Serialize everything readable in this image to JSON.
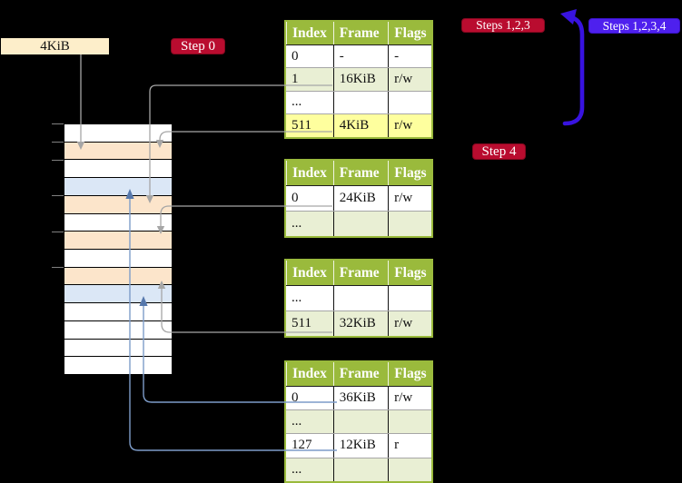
{
  "title": "page-table-walk-diagram",
  "labels": {
    "frame_size": "4KiB"
  },
  "badges": {
    "step0": "Step 0",
    "steps123": "Steps 1,2,3",
    "steps1234": "Steps 1,2,3,4",
    "step4": "Step 4"
  },
  "memory": {
    "rows": [
      "free",
      "pagetable",
      "free",
      "mapped",
      "pagetable",
      "free",
      "pagetable",
      "free",
      "pagetable",
      "mapped",
      "free",
      "free",
      "free",
      "free"
    ],
    "tick_rows": [
      0,
      1,
      2,
      4,
      6,
      8
    ]
  },
  "tables": [
    {
      "header": [
        "Index",
        "Frame",
        "Flags"
      ],
      "rows": [
        {
          "cells": [
            "0",
            "-",
            "-"
          ],
          "highlight": false
        },
        {
          "cells": [
            "1",
            "16KiB",
            "r/w"
          ],
          "highlight": false
        },
        {
          "cells": [
            "...",
            "",
            ""
          ],
          "highlight": false
        },
        {
          "cells": [
            "511",
            "4KiB",
            "r/w"
          ],
          "highlight": true
        }
      ]
    },
    {
      "header": [
        "Index",
        "Frame",
        "Flags"
      ],
      "rows": [
        {
          "cells": [
            "0",
            "24KiB",
            "r/w"
          ],
          "highlight": false
        },
        {
          "cells": [
            "...",
            "",
            ""
          ],
          "highlight": false
        }
      ]
    },
    {
      "header": [
        "Index",
        "Frame",
        "Flags"
      ],
      "rows": [
        {
          "cells": [
            "...",
            "",
            ""
          ],
          "highlight": false
        },
        {
          "cells": [
            "511",
            "32KiB",
            "r/w"
          ],
          "highlight": false
        }
      ]
    },
    {
      "header": [
        "Index",
        "Frame",
        "Flags"
      ],
      "rows": [
        {
          "cells": [
            "0",
            "36KiB",
            "r/w"
          ],
          "highlight": false
        },
        {
          "cells": [
            "...",
            "",
            ""
          ],
          "highlight": false
        },
        {
          "cells": [
            "127",
            "12KiB",
            "r"
          ],
          "highlight": false
        },
        {
          "cells": [
            "...",
            "",
            ""
          ],
          "highlight": false
        }
      ]
    }
  ],
  "arrows": [
    {
      "from": "4KiB-label",
      "to": "frame-4KiB",
      "color": "grey"
    },
    {
      "from": "table-1-entry-1",
      "to": "frame-16KiB",
      "color": "grey"
    },
    {
      "from": "table-1-entry-511",
      "to": "frame-4KiB",
      "color": "grey"
    },
    {
      "from": "table-2-entry-0",
      "to": "frame-24KiB",
      "color": "grey"
    },
    {
      "from": "table-3-entry-511",
      "to": "frame-32KiB",
      "color": "grey"
    },
    {
      "from": "table-4-entry-0",
      "to": "frame-36KiB",
      "color": "blue"
    },
    {
      "from": "table-4-entry-127",
      "to": "frame-12KiB",
      "color": "blue"
    },
    {
      "from": "table-1-entry-511",
      "to": "top-of-diagram",
      "color": "violet"
    }
  ],
  "colors": {
    "background": "#000000",
    "memory": {
      "free": "#ffffff",
      "pagetable": "#fce5cb",
      "mapped": "#dbe7f6"
    },
    "table_accent": "#9aba3c",
    "table_stripe": "#e9efd4",
    "highlight": "#feff9e",
    "badge_red": "#b90c2f",
    "badge_violet": "#4e20ee",
    "arrow_grey": "#a6a6a6",
    "arrow_blue": "#7d9cc9",
    "arrow_violet": "#3813e0"
  }
}
